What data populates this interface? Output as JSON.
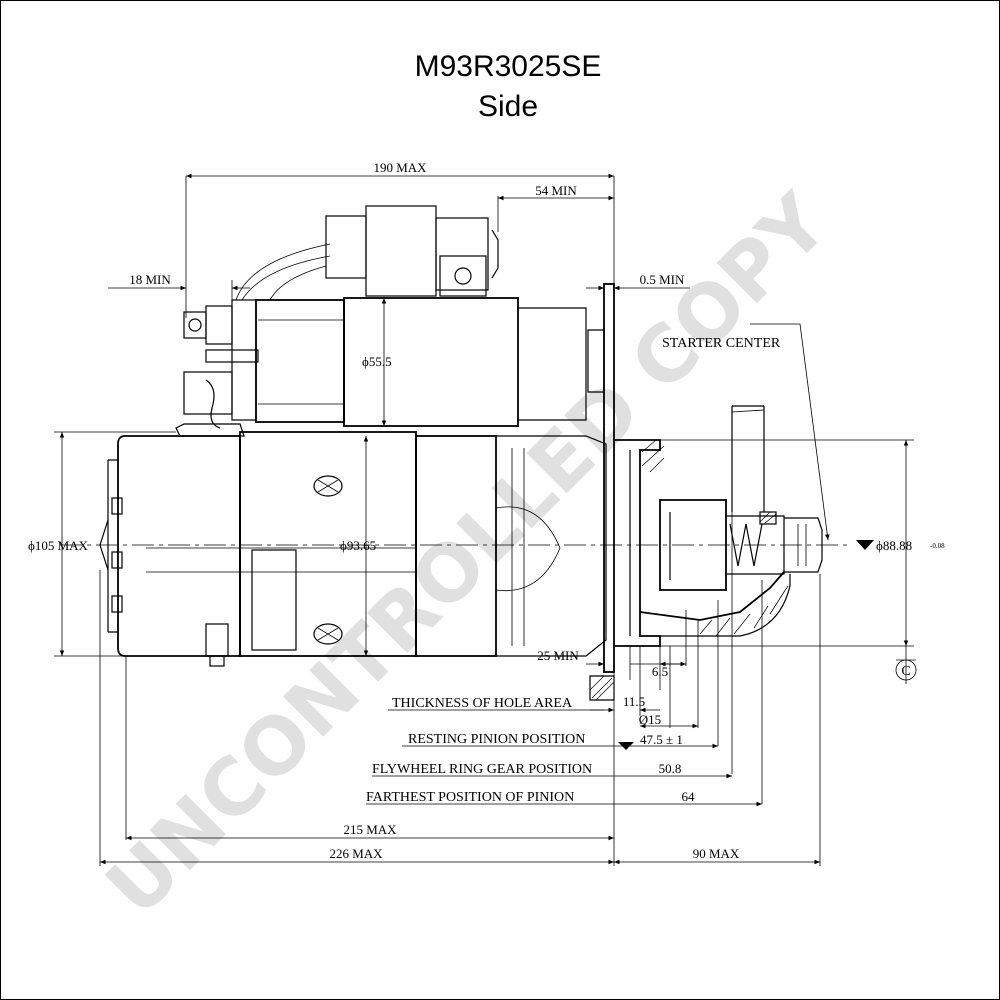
{
  "title": {
    "model": "M93R3025SE",
    "view": "Side"
  },
  "watermark": "UNCONTROLLED COPY",
  "dimensions": {
    "overall_190": "190 MAX",
    "min_54": "54 MIN",
    "min_18": "18 MIN",
    "min_0_5": "0.5 MIN",
    "dia_55_5": "ϕ55.5",
    "dia_93_65": "ϕ93.65",
    "dia_105": "ϕ105 MAX",
    "dia_88": "ϕ88.88",
    "dia_88_tol": "-0.08",
    "min_25": "25 MIN",
    "v_6_5": "6.5",
    "v_11_5": "11.5",
    "v_15": "Ø15",
    "v_47_5": "47.5 ± 1",
    "v_50_8": "50.8",
    "v_64": "64",
    "max_215": "215 MAX",
    "max_226": "226 MAX",
    "max_90": "90 MAX",
    "center_mark": "C"
  },
  "labels": {
    "starter_center": "STARTER CENTER",
    "thickness_hole": "THICKNESS OF HOLE AREA",
    "resting_pinion": "RESTING PINION POSITION",
    "flywheel_ring": "FLYWHEEL RING GEAR POSITION",
    "farthest_pinion": "FARTHEST POSITION OF  PINION"
  }
}
